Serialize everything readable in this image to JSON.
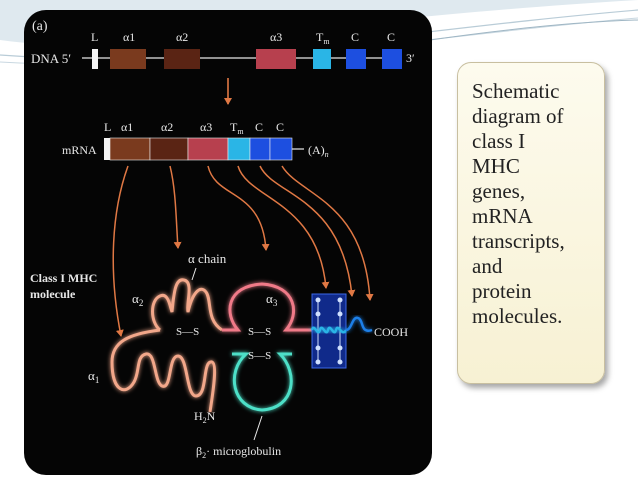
{
  "figure": {
    "panel_label": "(a)",
    "dna": {
      "label": "DNA 5′",
      "end_label": "3′",
      "segments": [
        "L",
        "α1",
        "α2",
        "α3",
        "T",
        "C",
        "C"
      ],
      "tm_sub": "m"
    },
    "mrna": {
      "label": "mRNA",
      "segments": [
        "L",
        "α1",
        "α2",
        "α3",
        "T",
        "C",
        "C"
      ],
      "tm_sub": "m",
      "tail": "(A)",
      "tail_sub": "n"
    },
    "protein": {
      "molecule_label_line1": "Class I MHC",
      "molecule_label_line2": "molecule",
      "alpha_chain_label": "α chain",
      "domain_a1": "α",
      "domain_a1_sub": "1",
      "domain_a2": "α",
      "domain_a2_sub": "2",
      "domain_a3": "α",
      "domain_a3_sub": "3",
      "disulfide_1": "S—S",
      "disulfide_2": "S—S",
      "disulfide_3": "S—S",
      "cooh": "COOH",
      "h2n": "H",
      "h2n_sub": "2",
      "h2n_tail": "N",
      "b2m": "β",
      "b2m_sub": "2",
      "b2m_tail": "· microglobulin"
    }
  },
  "caption": {
    "text": "Schematic\ndiagram of\nclass I\nMHC\ngenes,\nmRNA\ntranscripts,\nand\nprotein\nmolecules."
  },
  "colors": {
    "leader": "#f4f4f4",
    "alpha1": "#7a3a1e",
    "alpha2": "#5a2414",
    "alpha3": "#b7404e",
    "transmembrane": "#2ab5e6",
    "cytoplasmic": "#1d4fe0",
    "arrow": "#e07844",
    "b2m": "#4de0c8"
  }
}
